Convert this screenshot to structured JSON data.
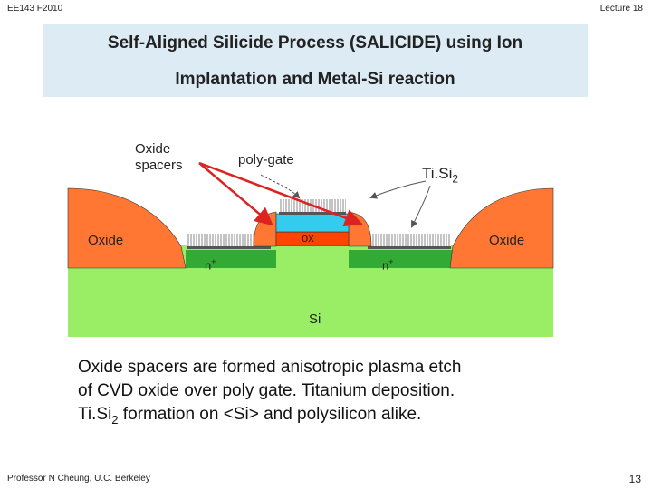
{
  "header": {
    "course": "EE143 F2010",
    "lecture": "Lecture 18"
  },
  "title": {
    "line1": "Self-Aligned Silicide Process (SALICIDE) using Ion",
    "line2": "Implantation and Metal-Si reaction"
  },
  "diagram": {
    "labels": {
      "oxide_spacers_1": "Oxide",
      "oxide_spacers_2": "spacers",
      "poly_gate": "poly-gate",
      "tisi2": "Ti.Si",
      "tisi2_sub": "2",
      "oxide_left": "Oxide",
      "oxide_right": "Oxide",
      "ox": "ox",
      "n_left": "n",
      "n_right": "n",
      "n_sup": "+",
      "si": "Si"
    },
    "colors": {
      "silicon": "#99ee66",
      "n_plus": "#33aa33",
      "oxide": "#ff7733",
      "gate_ox": "#ff4400",
      "poly": "#33ccee",
      "silicide": "#888888",
      "arrow": "#dd2222"
    }
  },
  "caption": {
    "line1": "Oxide spacers are formed anisotropic plasma etch",
    "line2": "of CVD oxide over poly gate. Titanium deposition.",
    "line3_pre": "Ti.Si",
    "line3_sub": "2",
    "line3_post": " formation on <Si> and polysilicon alike."
  },
  "footer": {
    "author": "Professor N Cheung, U.C. Berkeley",
    "page": "13"
  }
}
